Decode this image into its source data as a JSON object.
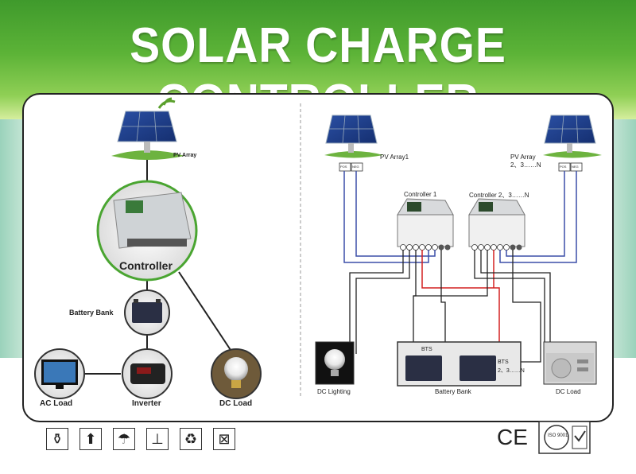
{
  "title": "SOLAR CHARGE CONTROLLER",
  "left": {
    "pv_array": "PV Array",
    "controller": "Controller",
    "battery_bank": "Battery Bank",
    "ac_load": "AC Load",
    "inverter": "Inverter",
    "dc_load": "DC Load"
  },
  "right": {
    "pv_array1": "PV Array1",
    "pv_array_n_line1": "PV Array",
    "pv_array_n_line2": "2、3……N",
    "controller1": "Controller 1",
    "controller2": "Controller 2、3……N",
    "pos": "POS",
    "neg": "NEG",
    "bts": "BTS",
    "bts2": "BTS",
    "bts2_n": "2、3……N",
    "dc_lighting": "DC Lighting",
    "battery_bank": "Battery Bank",
    "dc_load": "DC Load"
  },
  "certifications": {
    "ce": "CE",
    "iso": "ISO 9001"
  },
  "colors": {
    "header_green": "#4aa531",
    "pv_wire": "#3b4fa8",
    "positive_wire": "#d42020",
    "wire": "#222222"
  },
  "icons": [
    "fragile-icon",
    "this-way-up-icon",
    "keep-dry-icon",
    "handle-with-care-icon",
    "recycle-icon",
    "no-stacking-icon"
  ]
}
